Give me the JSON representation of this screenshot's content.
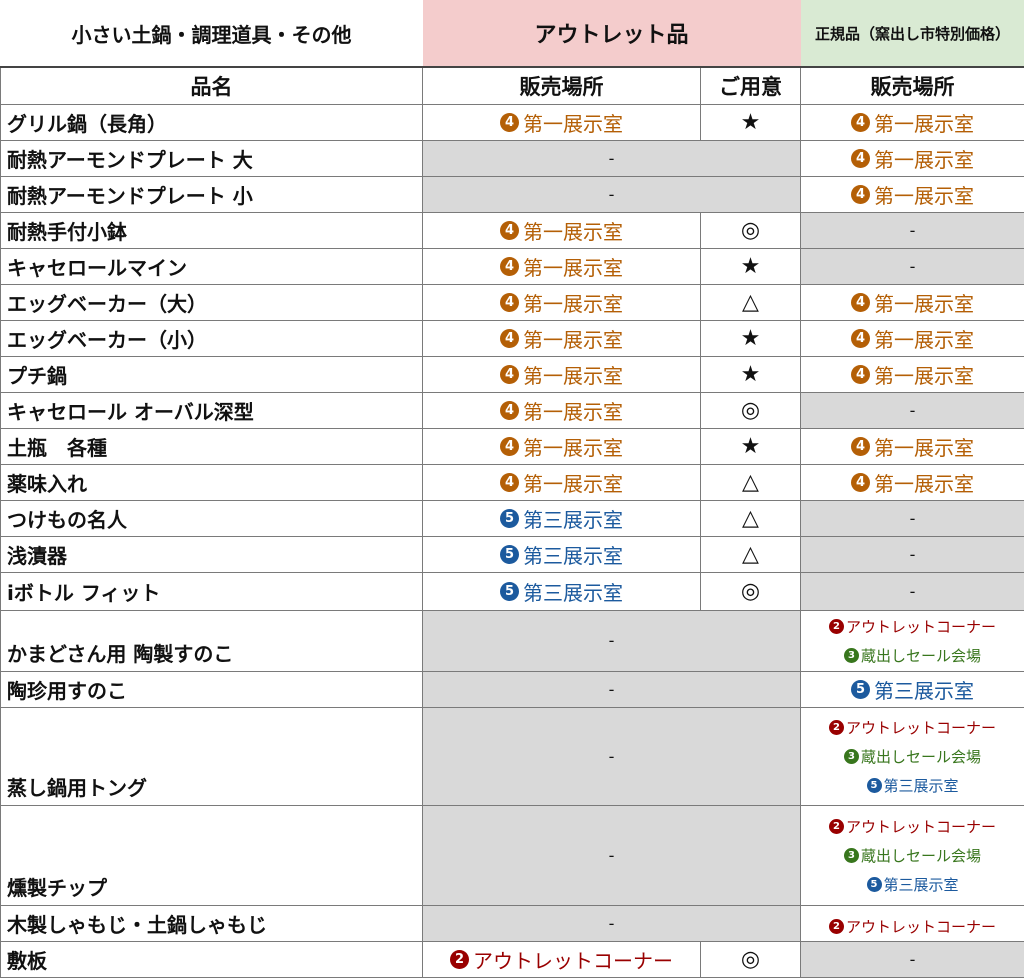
{
  "header": {
    "category": "小さい土鍋・調理道具・その他",
    "outlet": "アウトレット品",
    "regular": "正規品（窯出し市特別価格）"
  },
  "columns": {
    "name": "品名",
    "outlet_place": "販売場所",
    "prepared": "ご用意",
    "regular_place": "販売場所"
  },
  "locations": {
    "4": {
      "num": "4",
      "label": "第一展示室",
      "color": "#b45f06"
    },
    "5": {
      "num": "5",
      "label": "第三展示室",
      "color": "#1c5a9e"
    },
    "2": {
      "num": "2",
      "label": "アウトレットコーナー",
      "color": "#990000"
    },
    "3": {
      "num": "3",
      "label": "蔵出しセール会場",
      "color": "#38761d"
    }
  },
  "dash": "-",
  "rows": [
    {
      "name": "グリル鍋（長角）",
      "outlet": "4",
      "mark": "★",
      "regular": [
        "4"
      ]
    },
    {
      "name": "耐熱アーモンドプレート 大",
      "outlet": "-",
      "mark": "",
      "regular": [
        "4"
      ]
    },
    {
      "name": "耐熱アーモンドプレート 小",
      "outlet": "-",
      "mark": "",
      "regular": [
        "4"
      ]
    },
    {
      "name": "耐熱手付小鉢",
      "outlet": "4",
      "mark": "◎",
      "regular": "-"
    },
    {
      "name": "キャセロールマイン",
      "outlet": "4",
      "mark": "★",
      "regular": "-"
    },
    {
      "name": "エッグベーカー（大）",
      "outlet": "4",
      "mark": "△",
      "regular": [
        "4"
      ]
    },
    {
      "name": "エッグベーカー（小）",
      "outlet": "4",
      "mark": "★",
      "regular": [
        "4"
      ]
    },
    {
      "name": "プチ鍋",
      "outlet": "4",
      "mark": "★",
      "regular": [
        "4"
      ]
    },
    {
      "name": "キャセロール オーバル深型",
      "outlet": "4",
      "mark": "◎",
      "regular": "-"
    },
    {
      "name": "土瓶　各種",
      "outlet": "4",
      "mark": "★",
      "regular": [
        "4"
      ]
    },
    {
      "name": "薬味入れ",
      "outlet": "4",
      "mark": "△",
      "regular": [
        "4"
      ]
    },
    {
      "name": "つけもの名人",
      "outlet": "5",
      "mark": "△",
      "regular": "-"
    },
    {
      "name": "浅漬器",
      "outlet": "5",
      "mark": "△",
      "regular": "-"
    },
    {
      "name": "iボトル フィット",
      "outlet": "5",
      "mark": "◎",
      "regular": "-"
    },
    {
      "name": "かまどさん用 陶製すのこ",
      "outlet": "-",
      "mark": "",
      "regular": [
        "2",
        "3"
      ]
    },
    {
      "name": "陶珍用すのこ",
      "outlet": "-",
      "mark": "",
      "regular": [
        "5"
      ]
    },
    {
      "name": "蒸し鍋用トング",
      "outlet": "-",
      "mark": "",
      "regular": [
        "2",
        "3",
        "5"
      ]
    },
    {
      "name": "燻製チップ",
      "outlet": "-",
      "mark": "",
      "regular": [
        "2",
        "3",
        "5"
      ]
    },
    {
      "name": "木製しゃもじ・土鍋しゃもじ",
      "outlet": "-",
      "mark": "",
      "regular": [
        "2"
      ]
    },
    {
      "name": "敷板",
      "outlet": "2",
      "mark": "◎",
      "regular": "-"
    }
  ]
}
